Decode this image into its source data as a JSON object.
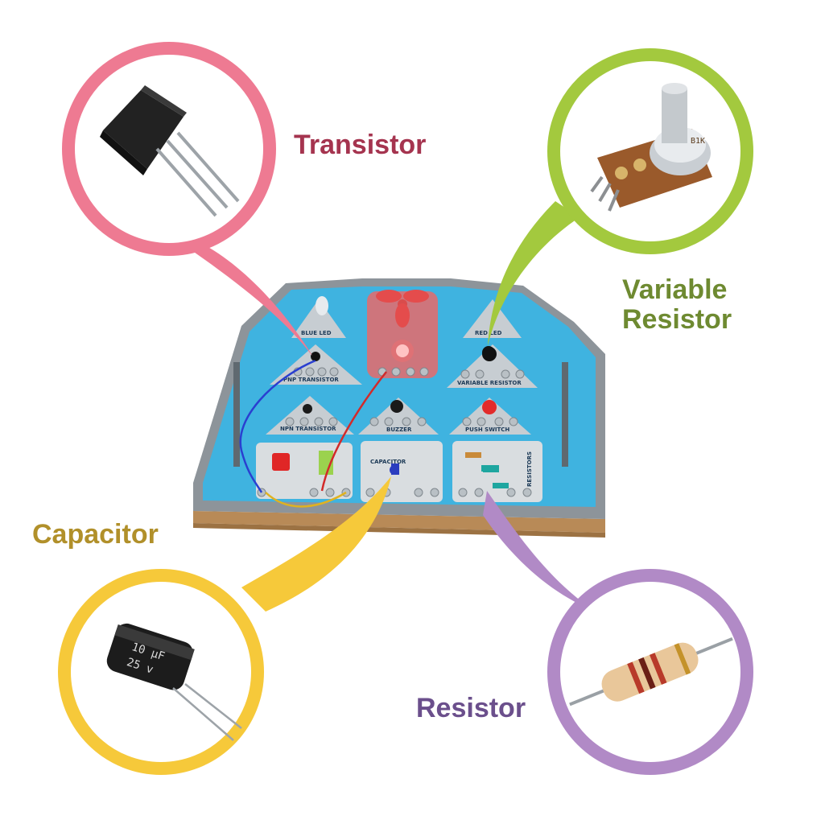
{
  "labels": {
    "transistor": "Transistor",
    "variable_resistor_line1": "Variable",
    "variable_resistor_line2": "Resistor",
    "capacitor": "Capacitor",
    "resistor": "Resistor"
  },
  "component_markings": {
    "capacitor_value": "10 µF",
    "capacitor_voltage": "25 v",
    "potentiometer_value": "B1K"
  },
  "board_silkscreen": {
    "blue_led": "BLUE LED",
    "pnp_transistor": "PNP TRANSISTOR",
    "npn_transistor": "NPN TRANSISTOR",
    "red_led": "RED LED",
    "buzzer": "BUZZER",
    "capacitor": "CAPACITOR",
    "push_switch": "PUSH SWITCH",
    "variable_resistor": "VARIABLE RESISTOR",
    "resistors": "RESISTORS"
  },
  "colors": {
    "transistor_circle": "#ee7a92",
    "variable_resistor_circle": "#a3c93e",
    "capacitor_circle": "#f6c93a",
    "resistor_circle": "#b18ac6",
    "board_blue": "#3fb3e0"
  }
}
